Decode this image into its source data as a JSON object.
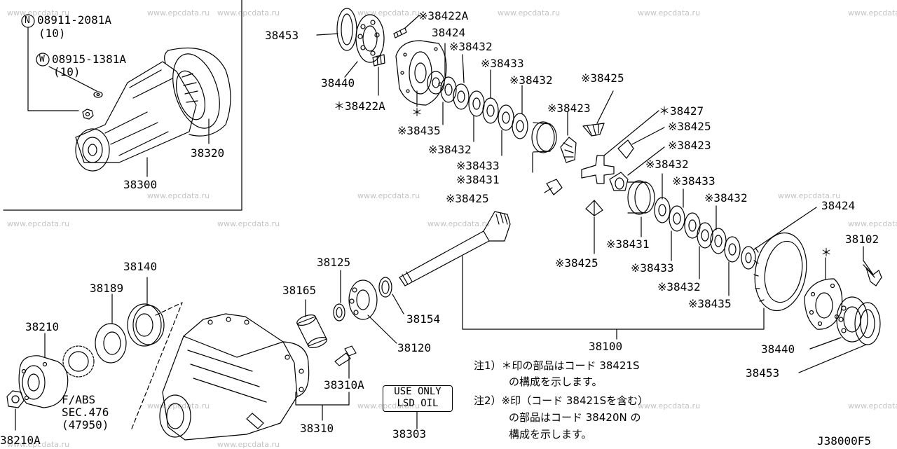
{
  "watermark": "www.epcdata.ru",
  "inset": {
    "n_code": "08911-2081A",
    "n_qty": "(10)",
    "w_code": "08915-1381A",
    "w_qty": "(10)",
    "n_symbol": "N",
    "w_symbol": "W",
    "carrier_assy": "38300",
    "gasket": "38320"
  },
  "labels": {
    "p38453a": "38453",
    "p38422a1": "※38422A",
    "p38424a": "38424",
    "p38432a": "※38432",
    "p38433a": "※38433",
    "p38432b": "※38432",
    "p38440a": "38440",
    "p38422a2": "＊38422A",
    "p38425a": "※38425",
    "p38423a": "※38423",
    "p38435a": "※38435",
    "p38432c": "※38432",
    "p38427": "＊38427",
    "p38425b": "※38425",
    "p38423b": "※38423",
    "p38433b": "※38433",
    "p38431a": "※38431",
    "p38425c": "※38425",
    "p38432d": "※38432",
    "p38433c": "※38433",
    "p38432e": "※38432",
    "p38424b": "38424",
    "p38431b": "※38431",
    "p38425d": "※38425",
    "p38433d": "※38433",
    "p38432f": "※38432",
    "p38435b": "※38435",
    "p38102": "38102",
    "p38140": "38140",
    "p38189": "38189",
    "p38210": "38210",
    "p38125": "38125",
    "p38165": "38165",
    "p38154": "38154",
    "p38120": "38120",
    "p38100": "38100",
    "p38440b": "38440",
    "p38453b": "38453",
    "p38310a": "38310A",
    "p38310": "38310",
    "p38303": "38303",
    "p38210a": "38210A",
    "fabs1": "F/ABS",
    "fabs2": "SEC.476",
    "fabs3": "(47950)",
    "star1": "＊",
    "star2": "＊"
  },
  "use_only": [
    "USE ONLY",
    "LSD OIL"
  ],
  "notes": {
    "n1_a": "注1）＊印の部品はコード 38421S",
    "n1_b": "の構成を示します。",
    "n2_a": "注2）※印（コード 38421Sを含む）",
    "n2_b": "の部品はコード 38420N の",
    "n2_c": "構成を示します。"
  },
  "figure_code": "J38000F5"
}
